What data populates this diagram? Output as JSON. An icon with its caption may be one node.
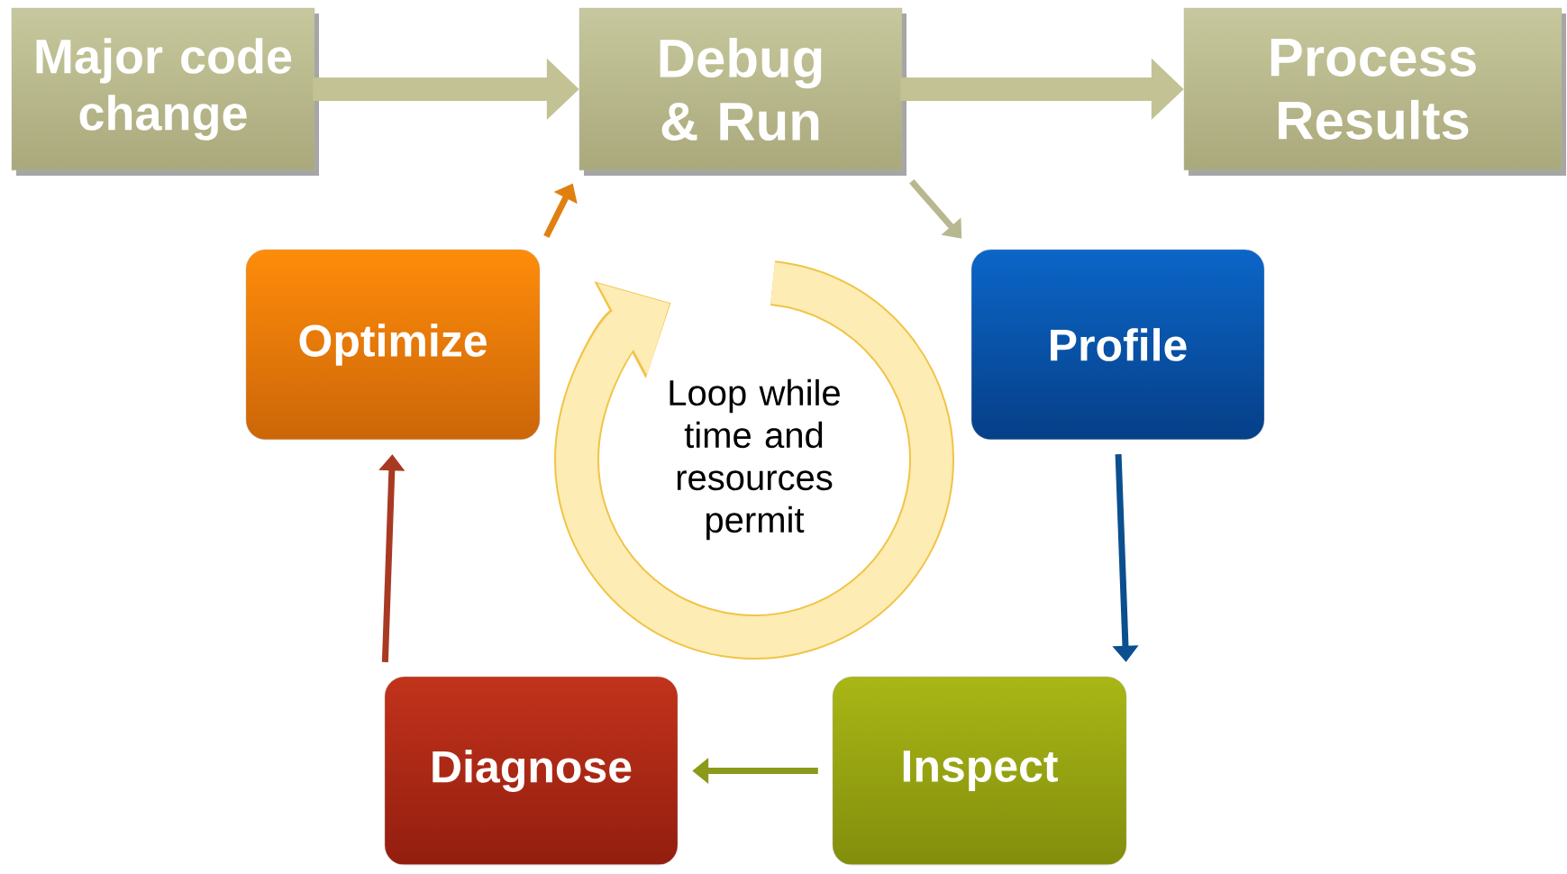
{
  "diagram": {
    "nodes": [
      {
        "text": [
          "Major code change"
        ]
      },
      {
        "text": [
          "Debug & Run"
        ]
      },
      {
        "text": [
          "Process Results"
        ]
      },
      {
        "text": [
          "Profile"
        ]
      },
      {
        "text": [
          "Inspect"
        ]
      },
      {
        "text": [
          "Diagnose"
        ]
      },
      {
        "text": [
          "Optimize"
        ]
      },
      {
        "text": [
          "Loop while time and resources permit"
        ]
      }
    ],
    "edges": [
      {
        "from": 0,
        "to": 1,
        "arrow": "to",
        "style": "thick",
        "color": "#c2c294"
      },
      {
        "from": 1,
        "to": 2,
        "arrow": "to",
        "style": "thick",
        "color": "#c2c294"
      },
      {
        "from": 1,
        "to": 3,
        "arrow": "to",
        "color": "#b8b890"
      },
      {
        "from": 3,
        "to": 4,
        "arrow": "to",
        "color": "#0b4f8f"
      },
      {
        "from": 4,
        "to": 5,
        "arrow": "to",
        "color": "#8c9a1a"
      },
      {
        "from": 5,
        "to": 6,
        "arrow": "to",
        "color": "#a83a22"
      },
      {
        "from": 6,
        "to": 1,
        "arrow": "to",
        "color": "#e08010"
      }
    ]
  }
}
